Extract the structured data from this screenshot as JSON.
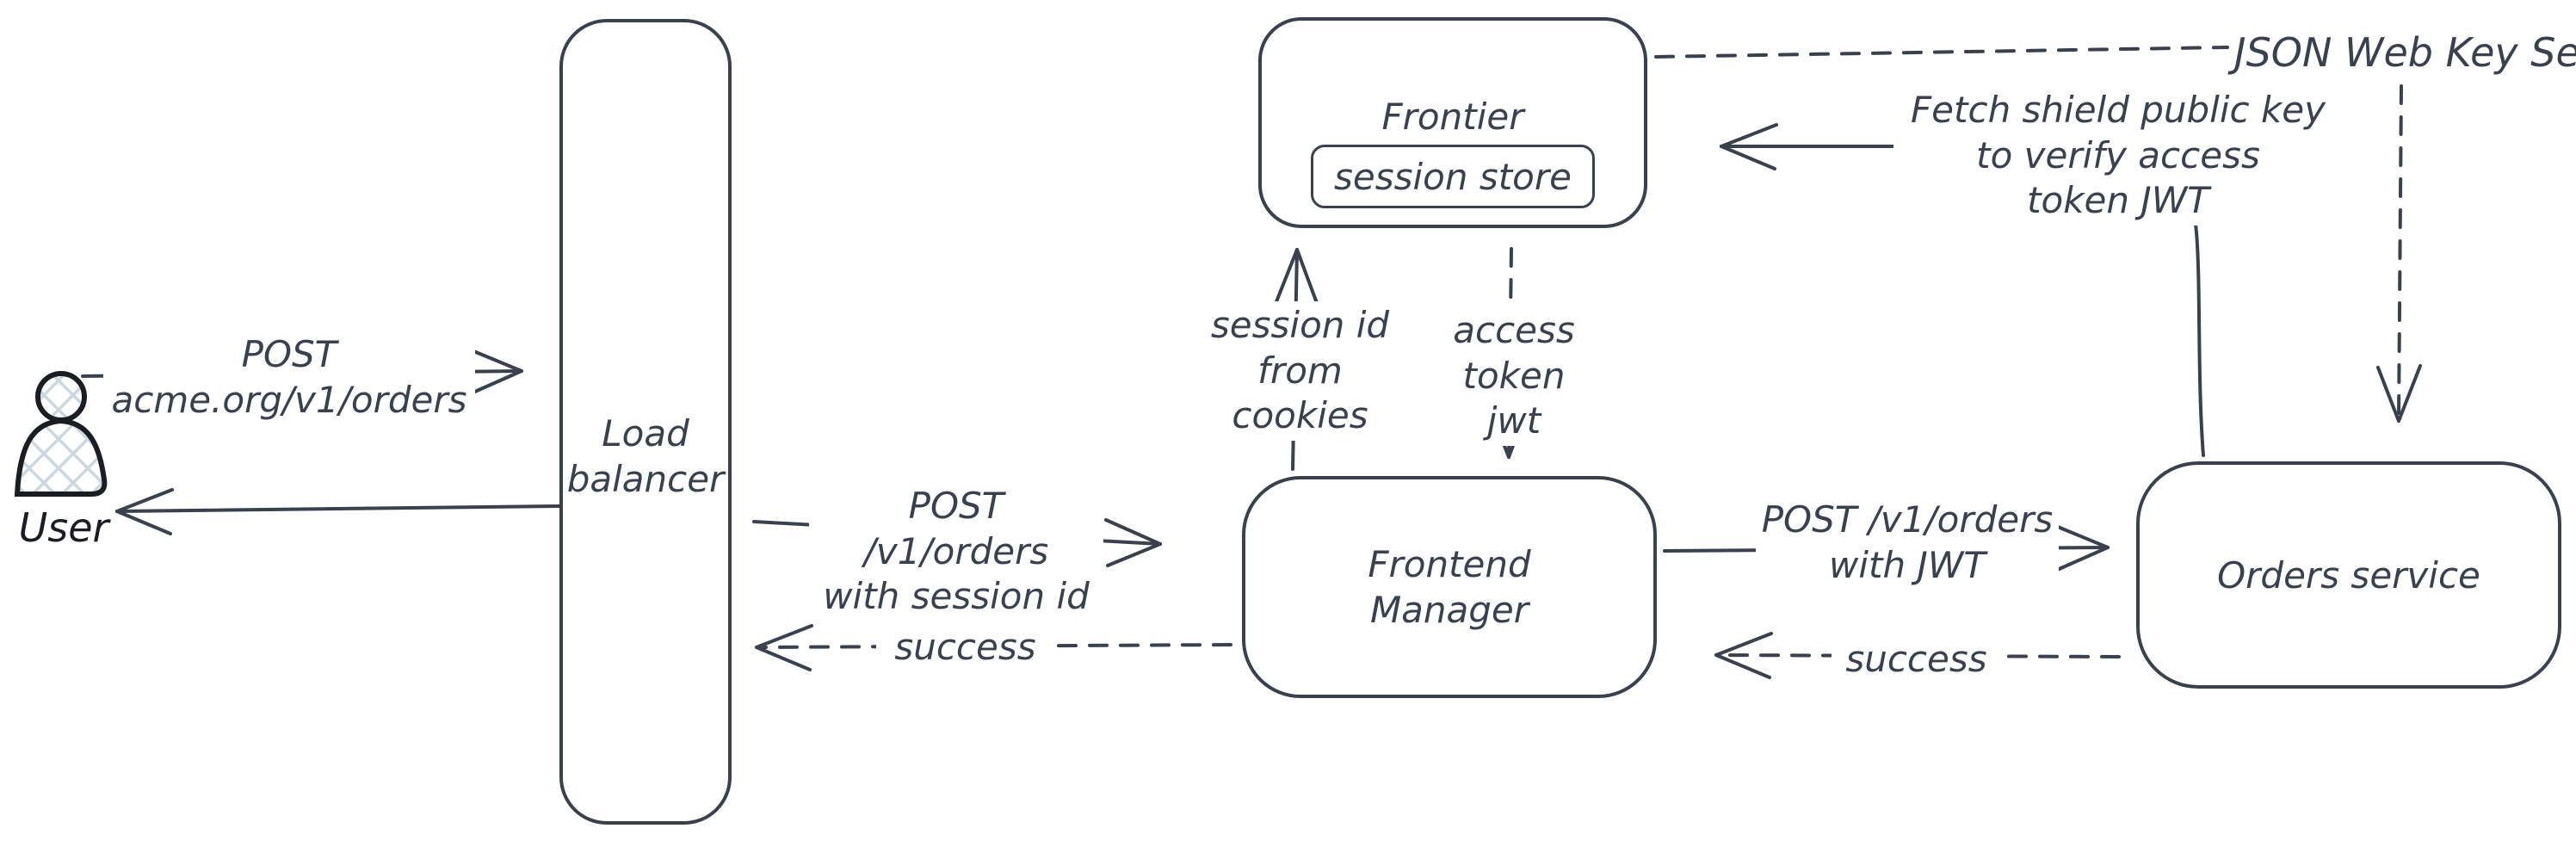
{
  "canvas": {
    "background": "#ffffff",
    "stroke_color": "#3a414d",
    "user_icon_color": "#1a1d22",
    "hatch_color": "#ccd7e0"
  },
  "nodes": {
    "user": {
      "label": "User"
    },
    "load_balancer": {
      "label": "Load\nbalancer"
    },
    "frontier": {
      "label": "Frontier",
      "store_label": "session store"
    },
    "frontend_manager": {
      "label": "Frontend\nManager"
    },
    "orders_service": {
      "label": "Orders service"
    },
    "json_web_key_set": {
      "label": "JSON Web Key Set"
    }
  },
  "edges": {
    "user_to_load_balancer": {
      "label": "POST\nacme.org/v1/orders",
      "style": "solid"
    },
    "load_balancer_to_user": {
      "label": "",
      "style": "solid"
    },
    "load_balancer_to_frontend_manager": {
      "label": "POST /v1/orders\nwith session id",
      "style": "solid"
    },
    "frontend_manager_to_load_balancer": {
      "label": "success",
      "style": "dashed"
    },
    "frontend_manager_to_frontier": {
      "label": "session id\nfrom cookies",
      "style": "solid"
    },
    "frontier_to_frontend_manager": {
      "label": "access token\njwt",
      "style": "dashed"
    },
    "frontend_manager_to_orders_service": {
      "label": "POST /v1/orders\nwith JWT",
      "style": "solid"
    },
    "orders_service_to_frontend_manager": {
      "label": "success",
      "style": "dashed"
    },
    "orders_service_to_frontier": {
      "label": "Fetch shield public key\nto verify access\ntoken JWT",
      "style": "solid"
    },
    "frontier_to_json_web_key_set": {
      "label": "",
      "style": "dashed"
    },
    "json_web_key_set_to_orders_service": {
      "label": "",
      "style": "dashed"
    }
  }
}
